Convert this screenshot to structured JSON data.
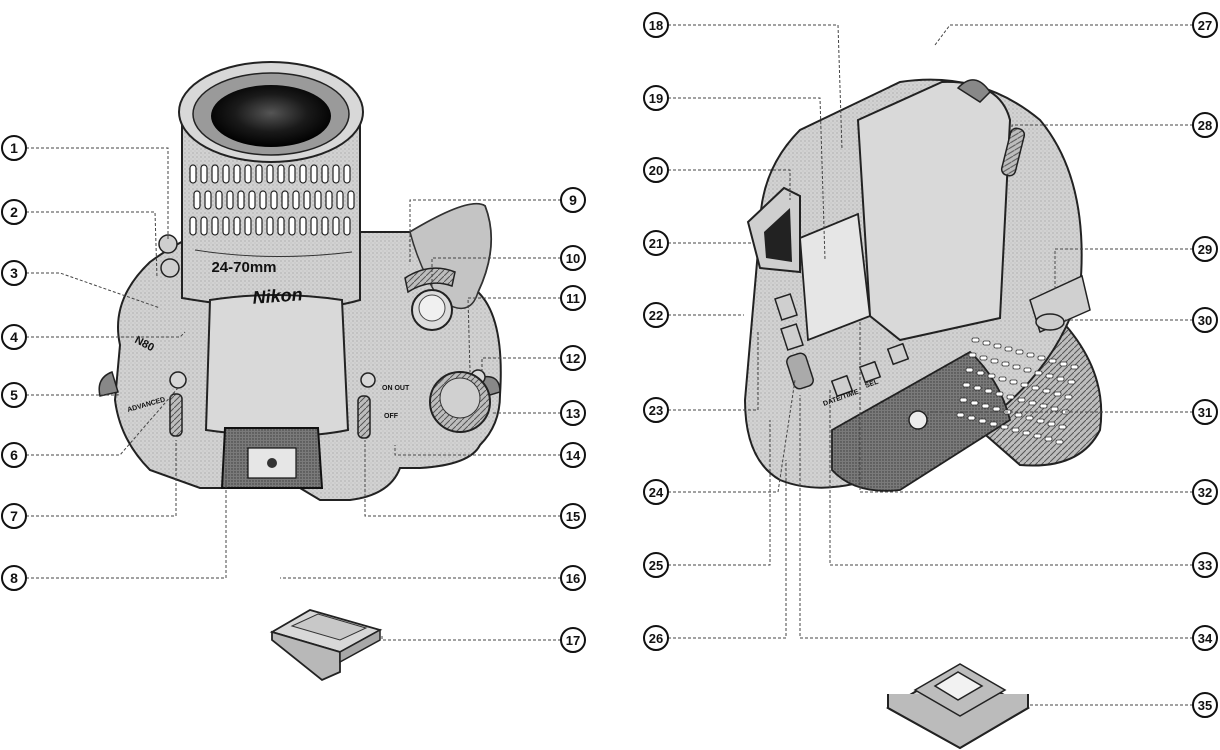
{
  "callouts": {
    "front": [
      {
        "id": "1",
        "label": "1"
      },
      {
        "id": "2",
        "label": "2"
      },
      {
        "id": "3",
        "label": "3"
      },
      {
        "id": "4",
        "label": "4"
      },
      {
        "id": "5",
        "label": "5"
      },
      {
        "id": "6",
        "label": "6"
      },
      {
        "id": "7",
        "label": "7"
      },
      {
        "id": "8",
        "label": "8"
      },
      {
        "id": "9",
        "label": "9"
      },
      {
        "id": "10",
        "label": "10"
      },
      {
        "id": "11",
        "label": "11"
      },
      {
        "id": "12",
        "label": "12"
      },
      {
        "id": "13",
        "label": "13"
      },
      {
        "id": "14",
        "label": "14"
      },
      {
        "id": "15",
        "label": "15"
      },
      {
        "id": "16",
        "label": "16"
      },
      {
        "id": "17",
        "label": "17"
      }
    ],
    "back": [
      {
        "id": "18",
        "label": "18"
      },
      {
        "id": "19",
        "label": "19"
      },
      {
        "id": "20",
        "label": "20"
      },
      {
        "id": "21",
        "label": "21"
      },
      {
        "id": "22",
        "label": "22"
      },
      {
        "id": "23",
        "label": "23"
      },
      {
        "id": "24",
        "label": "24"
      },
      {
        "id": "25",
        "label": "25"
      },
      {
        "id": "26",
        "label": "26"
      },
      {
        "id": "27",
        "label": "27"
      },
      {
        "id": "28",
        "label": "28"
      },
      {
        "id": "29",
        "label": "29"
      },
      {
        "id": "30",
        "label": "30"
      },
      {
        "id": "31",
        "label": "31"
      },
      {
        "id": "32",
        "label": "32"
      },
      {
        "id": "33",
        "label": "33"
      },
      {
        "id": "34",
        "label": "34"
      },
      {
        "id": "35",
        "label": "35"
      }
    ]
  },
  "camera_marks": {
    "lens_focal": "24-70mm",
    "brand": "Nikon",
    "model": "N80",
    "mode_advanced": "ADVANCED",
    "switch_on_out": "ON OUT",
    "switch_off": "OFF",
    "back_date_time": "DATE/TIME",
    "back_sel": "SEL"
  },
  "colors": {
    "ink": "#111111",
    "body_gray": "#c8c8c8",
    "body_light": "#e2e2e2",
    "body_dark": "#555555",
    "leader": "#444444"
  }
}
